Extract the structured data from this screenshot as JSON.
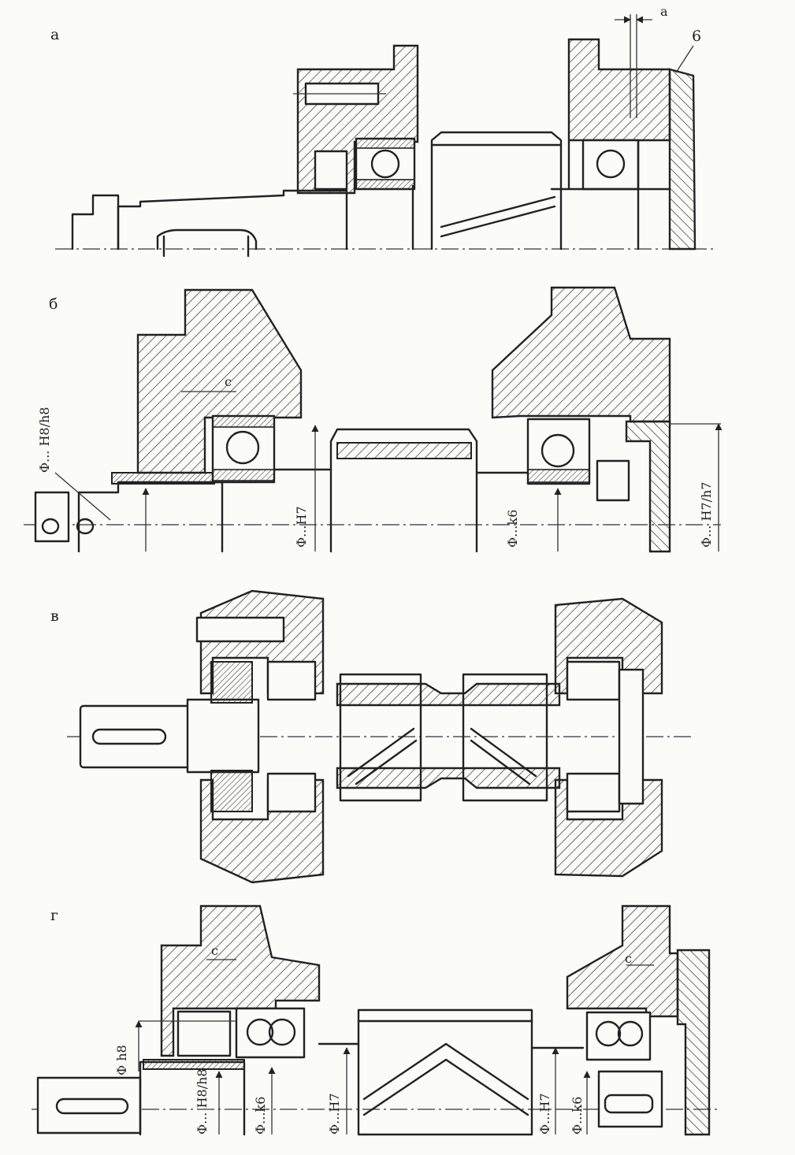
{
  "figure": {
    "panels": [
      {
        "id": "a",
        "label": "а",
        "annotations": [
          {
            "key": "gap",
            "text": "a"
          },
          {
            "key": "part",
            "text": "6"
          }
        ]
      },
      {
        "id": "b",
        "label": "б",
        "annotations": [
          {
            "key": "fit_left",
            "text": "Φ... H8/h8"
          },
          {
            "key": "gap",
            "text": "c"
          },
          {
            "key": "fit_bore_left",
            "text": "Φ...H7"
          },
          {
            "key": "fit_shaft_right",
            "text": "Φ...k6"
          },
          {
            "key": "fit_right",
            "text": "Φ... H7/h7"
          }
        ]
      },
      {
        "id": "v",
        "label": "в",
        "annotations": []
      },
      {
        "id": "g",
        "label": "г",
        "annotations": [
          {
            "key": "gap_left",
            "text": "c"
          },
          {
            "key": "gap_right",
            "text": "c"
          },
          {
            "key": "dia_left",
            "text": "Φ h8"
          },
          {
            "key": "fit_left",
            "text": "Φ... H8/h8"
          },
          {
            "key": "fit_shaft_left",
            "text": "Φ...k6"
          },
          {
            "key": "fit_bore_left",
            "text": "Φ...H7"
          },
          {
            "key": "fit_bore_right",
            "text": "Φ...H7"
          },
          {
            "key": "fit_shaft_right",
            "text": "Φ...k6"
          }
        ]
      }
    ],
    "colors": {
      "ink": "#222222",
      "paper": "#fbfbf8"
    }
  }
}
